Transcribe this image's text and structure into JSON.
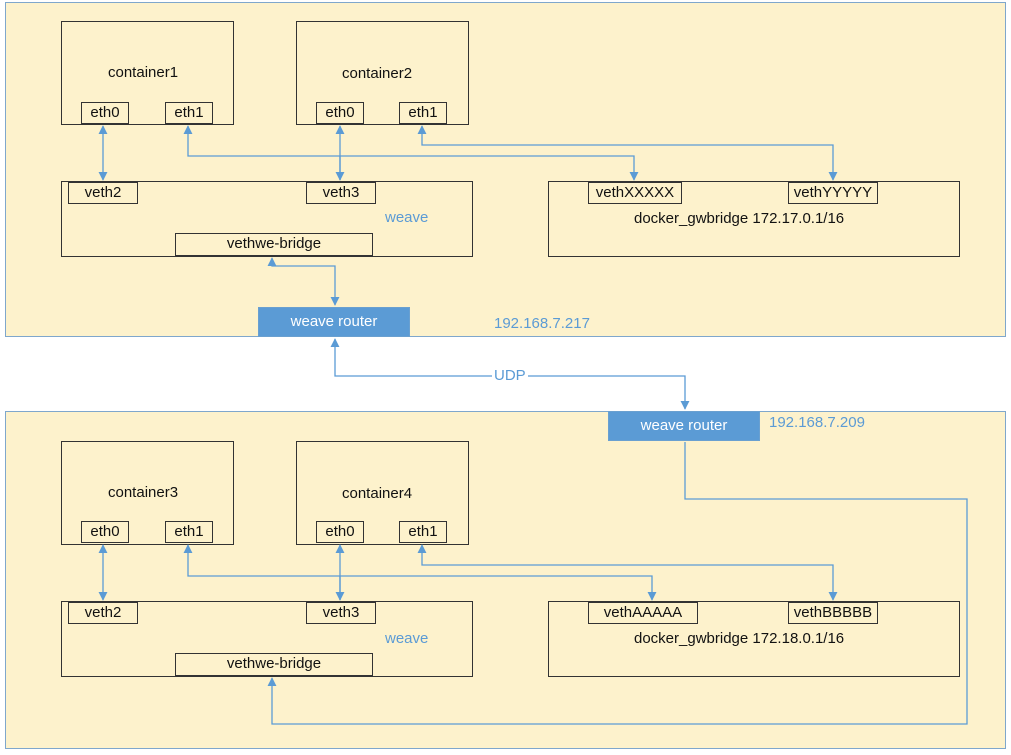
{
  "host1": {
    "ip": "192.168.7.217",
    "router": "weave router",
    "containers": [
      {
        "name": "container1",
        "eth0": "eth0",
        "eth1": "eth1"
      },
      {
        "name": "container2",
        "eth0": "eth0",
        "eth1": "eth1"
      }
    ],
    "weave": {
      "label": "weave",
      "veth_a": "veth2",
      "veth_b": "veth3",
      "bridge": "vethwe-bridge"
    },
    "gwbridge": {
      "label": "docker_gwbridge 172.17.0.1/16",
      "veth_a": "vethXXXXX",
      "veth_b": "vethYYYYY"
    }
  },
  "host2": {
    "ip": "192.168.7.209",
    "router": "weave router",
    "containers": [
      {
        "name": "container3",
        "eth0": "eth0",
        "eth1": "eth1"
      },
      {
        "name": "container4",
        "eth0": "eth0",
        "eth1": "eth1"
      }
    ],
    "weave": {
      "label": "weave",
      "veth_a": "veth2",
      "veth_b": "veth3",
      "bridge": "vethwe-bridge"
    },
    "gwbridge": {
      "label": "docker_gwbridge 172.18.0.1/16",
      "veth_a": "vethAAAAA",
      "veth_b": "vethBBBBB"
    }
  },
  "link_label": "UDP",
  "colors": {
    "host_bg": "#fdf2cc",
    "accent": "#5b9bd5",
    "border": "#333333"
  }
}
